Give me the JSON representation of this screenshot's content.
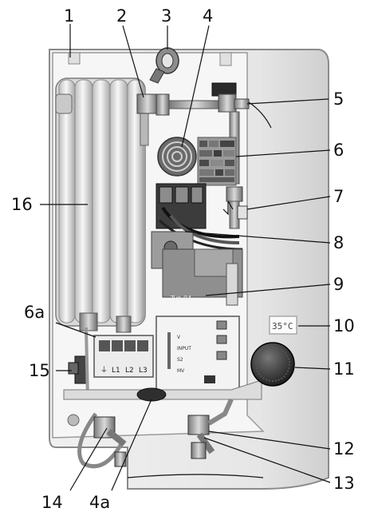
{
  "labels": {
    "l1": "1",
    "l2": "2",
    "l3": "3",
    "l4": "4",
    "l5": "5",
    "l6": "6",
    "l6a": "6a",
    "l7": "7",
    "l8": "8",
    "l9": "9",
    "l10": "10",
    "l11": "11",
    "l12": "12",
    "l13": "13",
    "l14": "14",
    "l15": "15",
    "l16": "16",
    "l4a": "4a"
  },
  "board": {
    "type_label": "Typ 04",
    "row_icons": [
      "V",
      "INPUT",
      "S2",
      "MV"
    ]
  },
  "terminal": {
    "phases": [
      "L1",
      "L2",
      "L3"
    ]
  },
  "display": {
    "temperature": "35°C"
  }
}
